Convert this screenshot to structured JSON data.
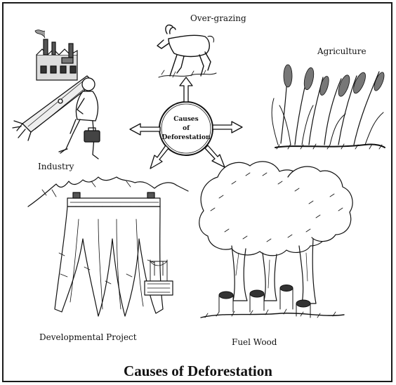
{
  "diagram": {
    "center": {
      "line1": "Causes",
      "line2": "of",
      "line3": "Deforestation"
    },
    "causes": {
      "overgrazing": "Over-grazing",
      "agriculture": "Agriculture",
      "industry": "Industry",
      "developmental_project": "Developmental Project",
      "fuel_wood": "Fuel Wood"
    },
    "caption": "Causes of Deforestation"
  },
  "colors": {
    "ink": "#111111",
    "background": "#ffffff"
  }
}
